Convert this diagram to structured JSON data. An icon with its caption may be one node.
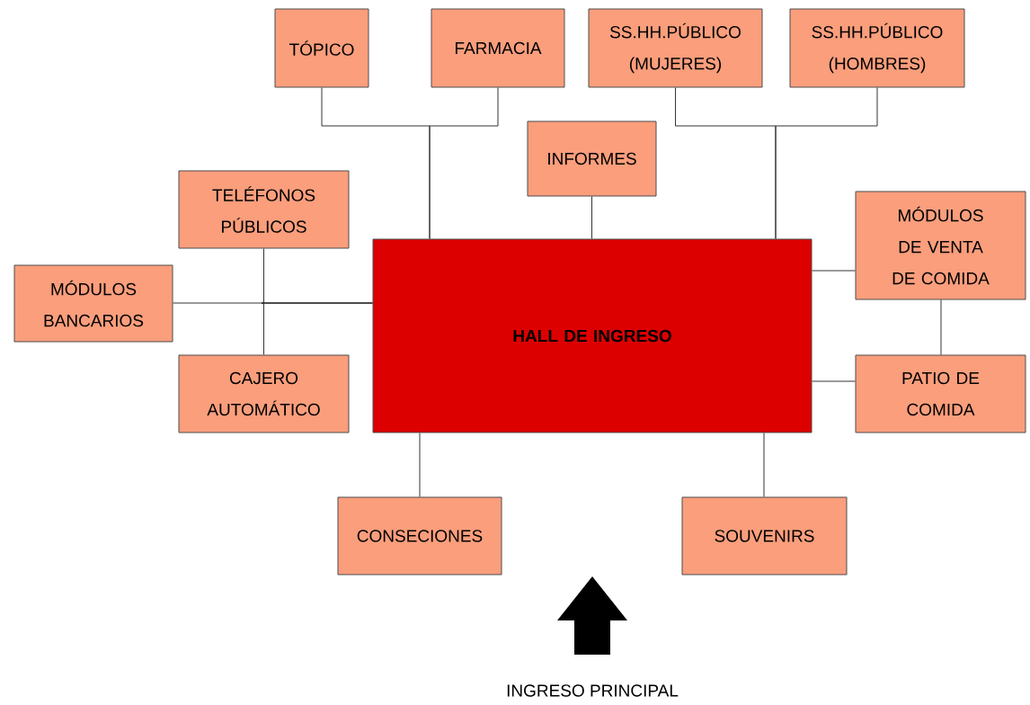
{
  "diagram": {
    "nodes": [
      {
        "text": [
          "TÓPICO"
        ]
      },
      {
        "text": [
          "FARMACIA"
        ]
      },
      {
        "text": [
          "SS.HH.PÚBLICO (MUJERES)"
        ]
      },
      {
        "text": [
          "SS.HH.PÚBLICO (HOMBRES)"
        ]
      },
      {
        "text": [
          "INFORMES"
        ]
      },
      {
        "text": [
          "TELÉFONOS PÚBLICOS"
        ]
      },
      {
        "text": [
          "MÓDULOS DE VENTA DE COMIDA"
        ]
      },
      {
        "text": [
          "MÓDULOS BANCARIOS"
        ]
      },
      {
        "text": [
          "HALL DE INGRESO"
        ]
      },
      {
        "text": [
          "CAJERO AUTOMÁTICO"
        ]
      },
      {
        "text": [
          "PATIO DE COMIDA"
        ]
      },
      {
        "text": [
          "CONSECIONES"
        ]
      },
      {
        "text": [
          "SOUVENIRS"
        ]
      }
    ],
    "edges": [
      {
        "from": 0,
        "to": 8,
        "arrow": "none"
      },
      {
        "from": 1,
        "to": 8,
        "arrow": "none"
      },
      {
        "from": 2,
        "to": 8,
        "arrow": "none"
      },
      {
        "from": 3,
        "to": 8,
        "arrow": "none"
      },
      {
        "from": 4,
        "to": 8,
        "arrow": "none"
      },
      {
        "from": 5,
        "to": 8,
        "arrow": "none"
      },
      {
        "from": 7,
        "to": 8,
        "arrow": "none"
      },
      {
        "from": 9,
        "to": 8,
        "arrow": "none"
      },
      {
        "from": 8,
        "to": 6,
        "arrow": "none"
      },
      {
        "from": 8,
        "to": 10,
        "arrow": "none"
      },
      {
        "from": 6,
        "to": 10,
        "arrow": "none"
      },
      {
        "from": 8,
        "to": 11,
        "arrow": "none"
      },
      {
        "from": 8,
        "to": 12,
        "arrow": "none"
      }
    ],
    "labels": [
      "INGRESO PRINCIPAL"
    ]
  }
}
